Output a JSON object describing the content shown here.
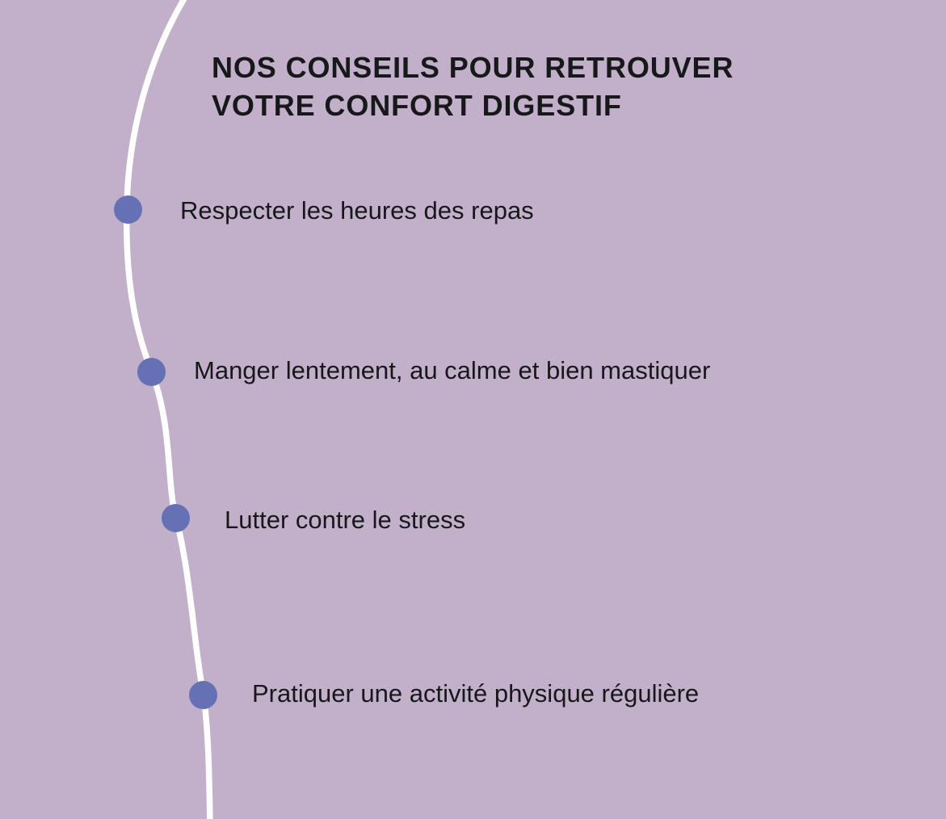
{
  "poster": {
    "background_color": "#c2b0cb",
    "accent_color": "#6670b4",
    "line_color": "#ffffff",
    "text_color": "#17181a",
    "title": "NOS CONSEILS POUR RETROUVER\nVOTRE CONFORT DIGESTIF",
    "tips": [
      {
        "label": "Respecter les heures des repas"
      },
      {
        "label": "Manger lentement, au calme et bien mastiquer"
      },
      {
        "label": "Lutter contre le stress"
      },
      {
        "label": "Pratiquer une activité physique régulière"
      }
    ]
  }
}
